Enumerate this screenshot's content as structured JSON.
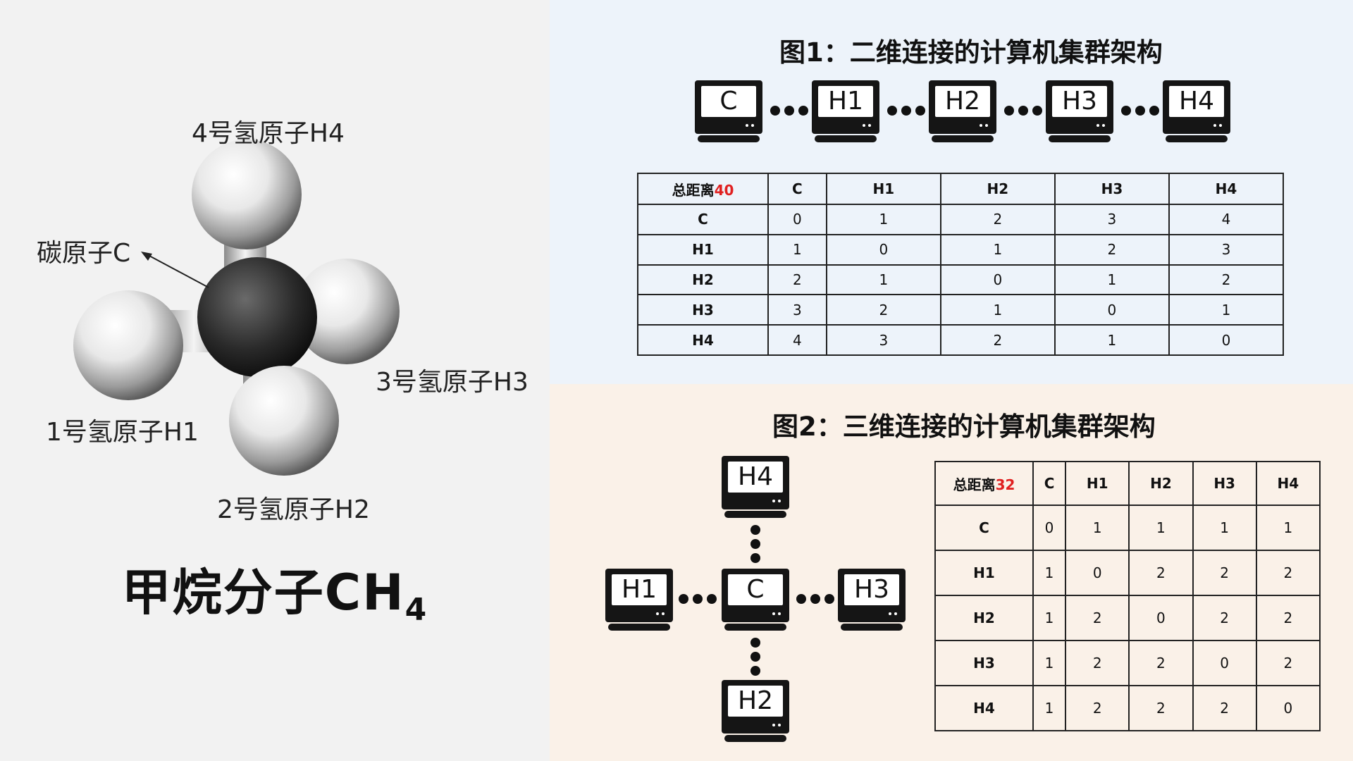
{
  "molecule": {
    "title_main": "甲烷分子CH",
    "title_sub": "4",
    "labels": {
      "h4": "4号氢原子H4",
      "carbon": "碳原子C",
      "h3": "3号氢原子H3",
      "h1": "1号氢原子H1",
      "h2": "2号氢原子H2"
    }
  },
  "figure1": {
    "title": "图1：二维连接的计算机集群架构",
    "nodes": [
      "C",
      "H1",
      "H2",
      "H3",
      "H4"
    ],
    "table": {
      "corner_label": "总距离",
      "corner_value": "40",
      "headers": [
        "C",
        "H1",
        "H2",
        "H3",
        "H4"
      ],
      "rows": [
        {
          "label": "C",
          "cells": [
            "0",
            "1",
            "2",
            "3",
            "4"
          ]
        },
        {
          "label": "H1",
          "cells": [
            "1",
            "0",
            "1",
            "2",
            "3"
          ]
        },
        {
          "label": "H2",
          "cells": [
            "2",
            "1",
            "0",
            "1",
            "2"
          ]
        },
        {
          "label": "H3",
          "cells": [
            "3",
            "2",
            "1",
            "0",
            "1"
          ]
        },
        {
          "label": "H4",
          "cells": [
            "4",
            "3",
            "2",
            "1",
            "0"
          ]
        }
      ]
    }
  },
  "figure2": {
    "title": "图2：三维连接的计算机集群架构",
    "nodes": {
      "top": "H4",
      "left": "H1",
      "center": "C",
      "right": "H3",
      "bottom": "H2"
    },
    "table": {
      "corner_label": "总距离",
      "corner_value": "32",
      "headers": [
        "C",
        "H1",
        "H2",
        "H3",
        "H4"
      ],
      "rows": [
        {
          "label": "C",
          "cells": [
            "0",
            "1",
            "1",
            "1",
            "1"
          ]
        },
        {
          "label": "H1",
          "cells": [
            "1",
            "0",
            "2",
            "2",
            "2"
          ]
        },
        {
          "label": "H2",
          "cells": [
            "1",
            "2",
            "0",
            "2",
            "2"
          ]
        },
        {
          "label": "H3",
          "cells": [
            "1",
            "2",
            "2",
            "0",
            "2"
          ]
        },
        {
          "label": "H4",
          "cells": [
            "1",
            "2",
            "2",
            "2",
            "0"
          ]
        }
      ]
    }
  },
  "colors": {
    "accent_red": "#e02020",
    "left_bg": "#f2f2f2",
    "top_bg": "#edf3fa",
    "bottom_bg": "#faf1e8"
  }
}
